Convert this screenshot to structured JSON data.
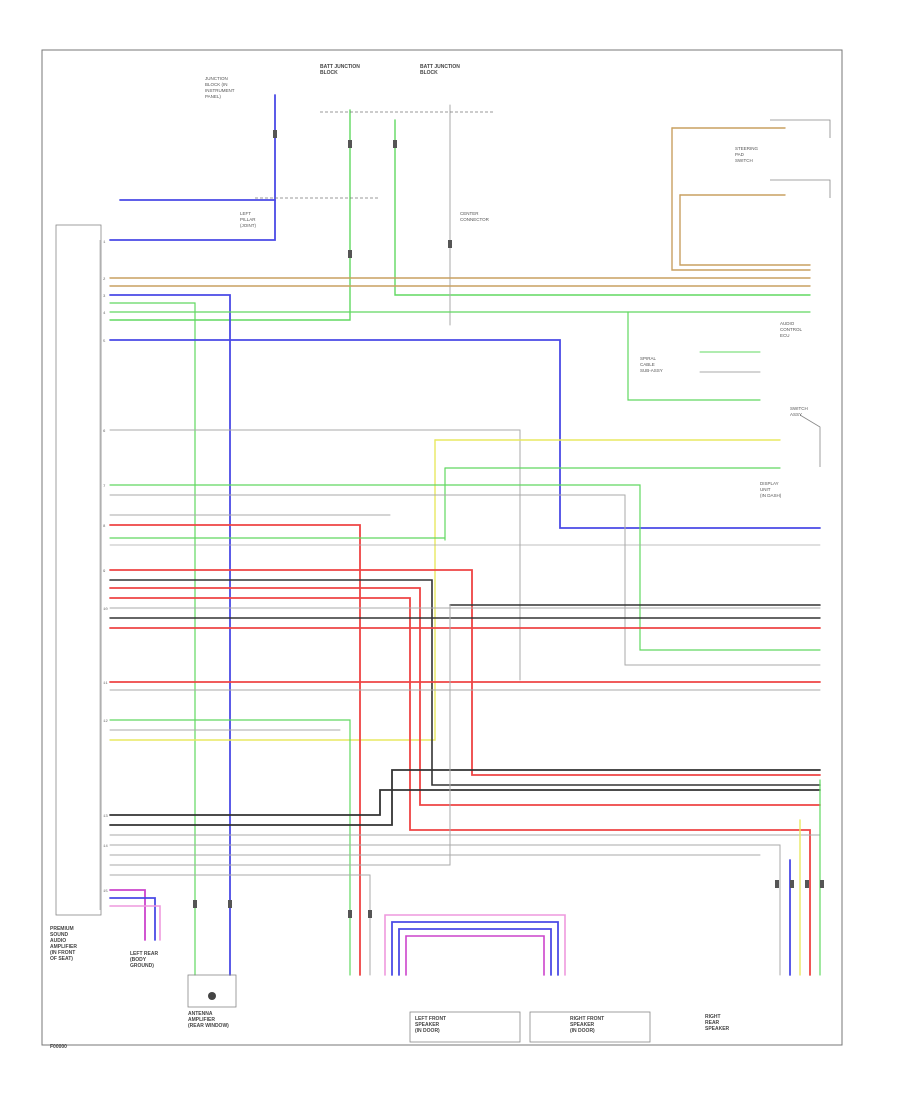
{
  "footer_code": "F00000",
  "components": {
    "amp_main": {
      "text": [
        "PREMIUM",
        "SOUND",
        "AUDIO",
        "AMPLIFIER",
        "(IN FRONT",
        "OF SEAT)"
      ]
    },
    "antenna": {
      "text": [
        "ANTENNA",
        "AMPLIFIER",
        "(REAR WINDOW)"
      ]
    },
    "left_body_gnd": {
      "text": [
        "LEFT REAR",
        "(BODY",
        "GROUND)"
      ]
    },
    "spk_left_front": {
      "text": [
        "LEFT FRONT",
        "SPEAKER",
        "(IN DOOR)"
      ]
    },
    "spk_right_front": {
      "text": [
        "RIGHT FRONT",
        "SPEAKER",
        "(IN DOOR)"
      ]
    },
    "spk_right_rear": {
      "text": [
        "RIGHT",
        "REAR",
        "SPEAKER"
      ]
    },
    "junction_left": {
      "text": [
        "JUNCTION",
        "BLOCK (IN",
        "INSTRUMENT",
        "PANEL)"
      ]
    },
    "junction_mid": {
      "text": [
        "BATT JUNCTION",
        "BLOCK"
      ]
    },
    "junction_right": {
      "text": [
        "BATT JUNCTION",
        "BLOCK"
      ]
    },
    "steering_sw": {
      "text": [
        "STEERING",
        "PAD",
        "SWITCH"
      ]
    },
    "ecu_right": {
      "text": [
        "AUDIO",
        "CONTROL",
        "ECU"
      ]
    },
    "switch_right": {
      "text": [
        "SWITCH",
        "ASSY"
      ]
    },
    "display": {
      "text": [
        "DISPLAY",
        "UNIT",
        "(IN DASH)"
      ]
    },
    "spiral_cable": {
      "text": [
        "SPIRAL",
        "CABLE",
        "SUB-ASSY"
      ]
    },
    "left_pillar": {
      "text": [
        "LEFT",
        "PILLAR",
        "(JOINT)"
      ]
    },
    "center_conn": {
      "text": [
        "CENTER",
        "CONNECTOR"
      ]
    }
  },
  "wire_colors": {
    "blue": "#4a4ae6",
    "tan": "#c9a060",
    "green": "#60d860",
    "red": "#ee4444",
    "yellow": "#e8e860",
    "pink": "#ee99dd",
    "black": "#333333",
    "gray": "#aaaaaa",
    "violet": "#cc44cc"
  }
}
